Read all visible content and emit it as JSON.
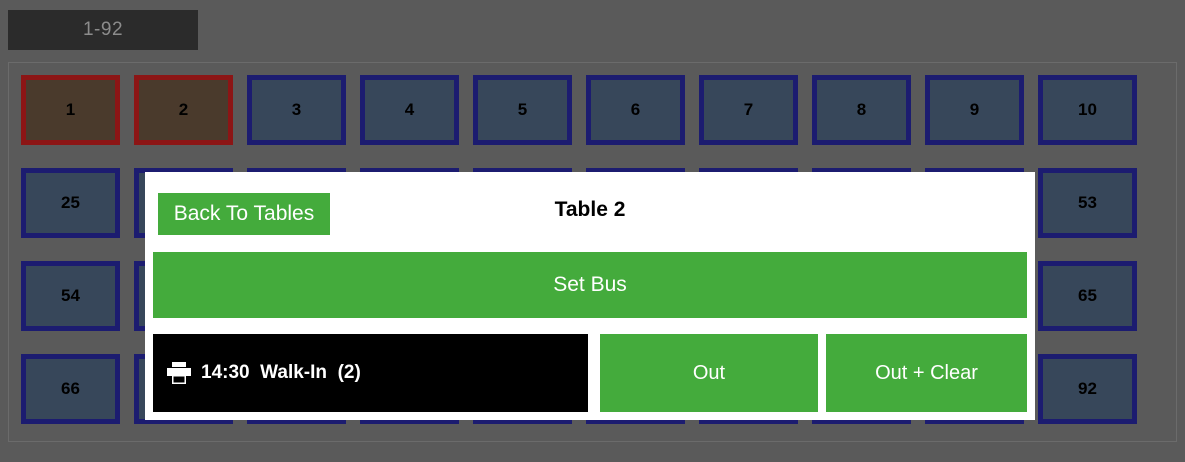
{
  "tabs": [
    {
      "label": "1-92",
      "active": true
    }
  ],
  "grid": {
    "rows": [
      {
        "buttons": [
          {
            "label": "1",
            "state": "occupied"
          },
          {
            "label": "2",
            "state": "occupied"
          },
          {
            "label": "3",
            "state": "free"
          },
          {
            "label": "4",
            "state": "free"
          },
          {
            "label": "5",
            "state": "free"
          },
          {
            "label": "6",
            "state": "free"
          },
          {
            "label": "7",
            "state": "free"
          },
          {
            "label": "8",
            "state": "free"
          },
          {
            "label": "9",
            "state": "free"
          },
          {
            "label": "10",
            "state": "free"
          }
        ]
      },
      {
        "buttons": [
          {
            "label": "25",
            "state": "free"
          },
          {
            "label": "",
            "state": "free"
          },
          {
            "label": "",
            "state": "free"
          },
          {
            "label": "",
            "state": "free"
          },
          {
            "label": "",
            "state": "free"
          },
          {
            "label": "",
            "state": "free"
          },
          {
            "label": "",
            "state": "free"
          },
          {
            "label": "",
            "state": "free"
          },
          {
            "label": "",
            "state": "free"
          },
          {
            "label": "53",
            "state": "free"
          }
        ]
      },
      {
        "buttons": [
          {
            "label": "54",
            "state": "free"
          },
          {
            "label": "",
            "state": "free"
          },
          {
            "label": "",
            "state": "free"
          },
          {
            "label": "",
            "state": "free"
          },
          {
            "label": "",
            "state": "free"
          },
          {
            "label": "",
            "state": "free"
          },
          {
            "label": "",
            "state": "free"
          },
          {
            "label": "",
            "state": "free"
          },
          {
            "label": "",
            "state": "free"
          },
          {
            "label": "65",
            "state": "free"
          }
        ]
      },
      {
        "buttons": [
          {
            "label": "66",
            "state": "free"
          },
          {
            "label": "",
            "state": "free"
          },
          {
            "label": "",
            "state": "free"
          },
          {
            "label": "",
            "state": "free"
          },
          {
            "label": "",
            "state": "free"
          },
          {
            "label": "",
            "state": "free"
          },
          {
            "label": "",
            "state": "free"
          },
          {
            "label": "",
            "state": "free"
          },
          {
            "label": "",
            "state": "free"
          },
          {
            "label": "92",
            "state": "free"
          }
        ]
      }
    ]
  },
  "modal": {
    "back_label": "Back To Tables",
    "title": "Table 2",
    "set_bus_label": "Set Bus",
    "cover": {
      "icon": "printer-icon",
      "time": "14:30",
      "name": "Walk-In",
      "party": "(2)",
      "text": "14:30  Walk-In  (2)"
    },
    "out_label": "Out",
    "out_clear_label": "Out + Clear"
  },
  "colors": {
    "background": "#5a5a5a",
    "accent_green": "#44ab3c",
    "table_free_fill": "#37475a",
    "table_free_border": "#1c1c70",
    "table_occupied_fill": "#4a3a2c",
    "table_occupied_border": "#8c1515",
    "tab_background": "#2b2b2b",
    "tab_text": "#8c8c8c",
    "modal_background": "#ffffff",
    "cover_background": "#000000"
  }
}
